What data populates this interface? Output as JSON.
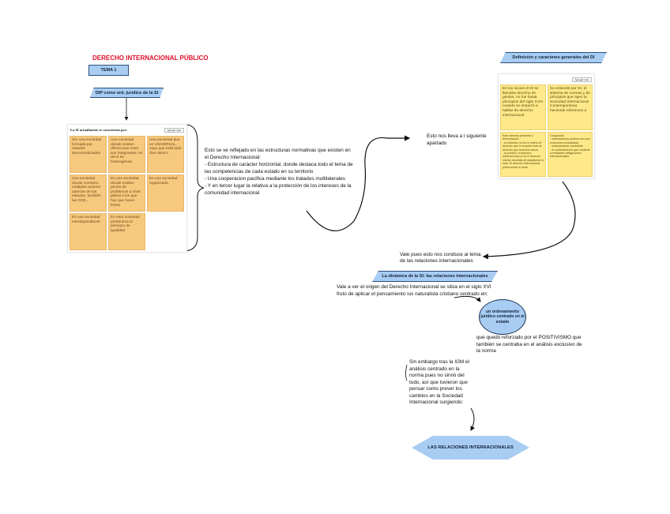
{
  "title": "DERECHO INTERNACIONAL PÚBLICO",
  "tema": "TEMA 1",
  "dip_box": "DIP como ord. jurídico de la SI",
  "board1": {
    "title": "La SI actualmente se caracteriza por:",
    "button": "Agregar nota",
    "notes": [
      "Ser una sociedad formada por estados descentralizados",
      "Una sociedad donde existen diferencias entre sus integrantes; es decir es heterogénea",
      "Una sociedad que es UNIVERSAL, vaya que está todo dios dentro",
      "Una sociedad donde conviven múltiples actores además de los estados, también las OOII...",
      "Es una sociedad donde existen pecha de problemas a nivel global a los que hay que hacer frente",
      "Es una sociedad organizada",
      "Es una sociedad interdependiente",
      "En esta sociedad predomina el principio de igualdad"
    ]
  },
  "middle_text": "Esto se ve reflejado en las estructuras normativas que existen en el Derecho Internacional:\n- Estructura de carácter horizontal, donde destaca todo el tema de las competencias de cada estado en su territorio\n- Una cooperacion pacifica mediante los tratados multilaterales\n- Y en tercer lugar la relativa a la protección de los intereses de la comunidad internacional",
  "leads_to": "Esto nos lleva a l siguiente apartado",
  "def_box": "Definición y caracteres generales del DI",
  "board2": {
    "button": "Agregar nota",
    "notes": [
      "En los inicios el DI se llamaba derecho de gentes, no fue hasta principios del siglo XVIII cuando se empezó a hablar de derecho internacional",
      "Se entiende por DI, el sistema de normas y de principios que rigen la Sociedad Internacional Contemporánea haciendo referencia a",
      "Este derecho presenta 2 dimensiones:\n- la histórica, no es lo mismo el derecho que lo empezó todo al derecho que tenemos ahora\n- la jurídica, el derecho internacional no es el derecho interno necesita de adaptación a ésta. El derecho internacional prima sobre el resto",
      "3 aspectos:\n- ordenamiento jurídico con una estructura consolidada\n- ordenamiento cambiante\n- un ordenamiento que contiene a entidades obligaciones internacionales"
    ]
  },
  "vale_text": "Vale pues esto nos conduce al tema de las relaciones internacionales",
  "dyn_box": "La dinámica de la SI: las relaciones internacionales",
  "origin_text": "Vale a ver el origen del Derecho Internacional se sitúa en el siglo XVI fruto de aplicar el pensamiento ius naturalista cristiano centrado en:",
  "oval": "un ordenamiento jurídico centrado en el estado",
  "positivismo": "que quedó reforzado por el POSITIVISMO que también se centraba en el análisis exclusivo de la norma",
  "igm": "Sin embargo tras la IGM el análisis centrado en la norma pues no sirvió del todo, así que tuvieron que pensar como prever los cambios en la Sociedad Internacional surgiendo:",
  "final": "LAS RELACIONES INTERNACIONALES"
}
